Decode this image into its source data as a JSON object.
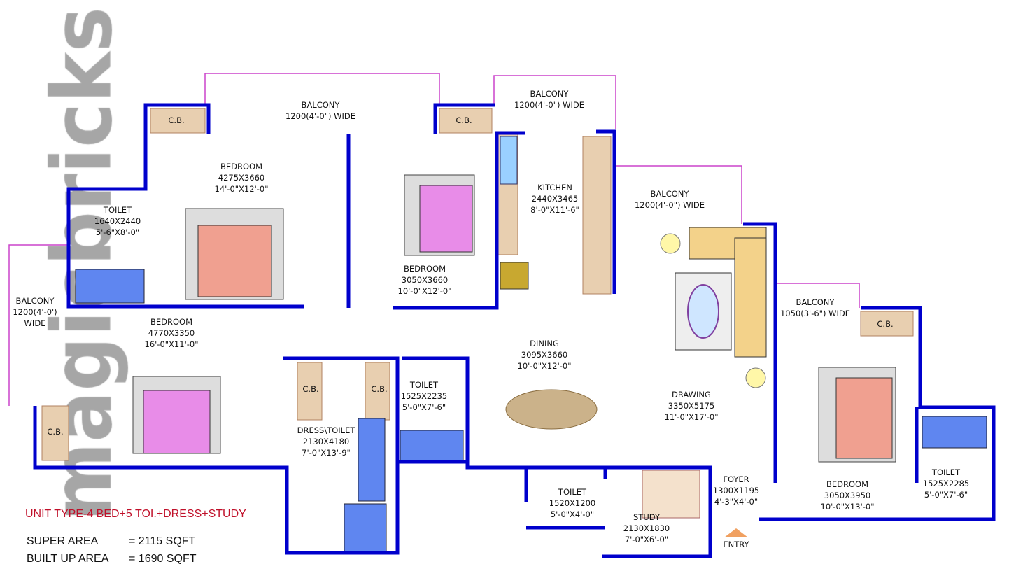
{
  "watermark": "magicbricks",
  "colors": {
    "wall": "#0000cc",
    "balcony_rail": "#cc44cc",
    "bed": "#f0a090",
    "bed_alt": "#e88ce8",
    "cupboard": "#e8cfb0",
    "title": "#c0102a"
  },
  "rooms": {
    "balcony_top_left": {
      "name": "BALCONY",
      "size": "1200(4'-0\") WIDE"
    },
    "balcony_top_mid": {
      "name": "BALCONY",
      "size": "1200(4'-0\") WIDE"
    },
    "balcony_right": {
      "name": "BALCONY",
      "size": "1200(4'-0\") WIDE"
    },
    "balcony_left": {
      "name": "BALCONY",
      "size": "1200(4'-0')",
      "size2": "WIDE"
    },
    "balcony_right_lower": {
      "name": "BALCONY",
      "size": "1050(3'-6\") WIDE"
    },
    "kitchen": {
      "name": "KITCHEN",
      "metric": "2440X3465",
      "imperial": "8'-0\"X11'-6\""
    },
    "bedroom_1": {
      "name": "BEDROOM",
      "metric": "4275X3660",
      "imperial": "14'-0\"X12'-0\""
    },
    "toilet_1": {
      "name": "TOILET",
      "metric": "1640X2440",
      "imperial": "5'-6\"X8'-0\""
    },
    "bedroom_2": {
      "name": "BEDROOM",
      "metric": "3050X3660",
      "imperial": "10'-0\"X12'-0\""
    },
    "bedroom_3": {
      "name": "BEDROOM",
      "metric": "4770X3350",
      "imperial": "16'-0\"X11'-0\""
    },
    "dining": {
      "name": "DINING",
      "metric": "3095X3660",
      "imperial": "10'-0\"X12'-0\""
    },
    "drawing": {
      "name": "DRAWING",
      "metric": "3350X5175",
      "imperial": "11'-0\"X17'-0\""
    },
    "toilet_2": {
      "name": "TOILET",
      "metric": "1525X2235",
      "imperial": "5'-0\"X7'-6\""
    },
    "dress_toilet": {
      "name": "DRESS\\TOILET",
      "metric": "2130X4180",
      "imperial": "7'-0\"X13'-9\""
    },
    "toilet_3": {
      "name": "TOILET",
      "metric": "1520X1200",
      "imperial": "5'-0\"X4'-0\""
    },
    "study": {
      "name": "STUDY",
      "metric": "2130X1830",
      "imperial": "7'-0\"X6'-0\""
    },
    "foyer": {
      "name": "FOYER",
      "metric": "1300X1195",
      "imperial": "4'-3\"X4'-0\""
    },
    "bedroom_4": {
      "name": "BEDROOM",
      "metric": "3050X3950",
      "imperial": "10'-0\"X13'-0\""
    },
    "toilet_4": {
      "name": "TOILET",
      "metric": "1525X2285",
      "imperial": "5'-0\"X7'-6\""
    }
  },
  "cupboard_label": "C.B.",
  "entry_label": "ENTRY",
  "unit_type": "UNIT TYPE-4 BED+5 TOI.+DRESS+STUDY",
  "areas": [
    {
      "label": "SUPER AREA",
      "value": "= 2115  SQFT"
    },
    {
      "label": "BUILT UP AREA",
      "value": "= 1690  SQFT"
    }
  ]
}
